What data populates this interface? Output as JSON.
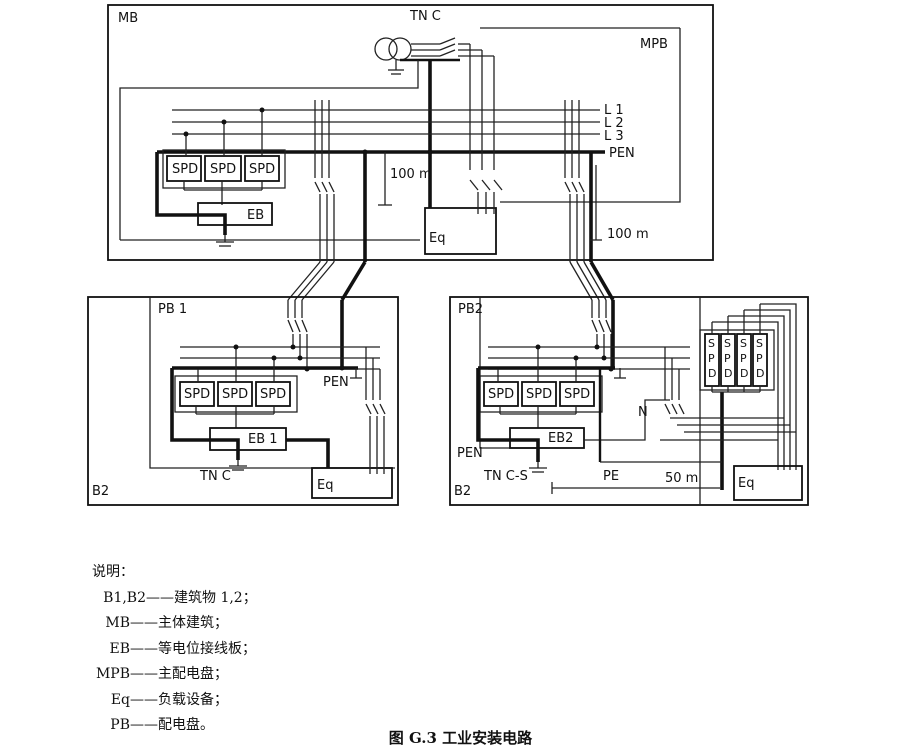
{
  "diagram": {
    "main_building": {
      "label": "MB",
      "system_label": "TN C",
      "panel_label": "MPB",
      "lines": [
        "L 1",
        "L 2",
        "L 3"
      ],
      "pen_label": "PEN",
      "spd_labels": [
        "SPD",
        "SPD",
        "SPD"
      ],
      "eb_label": "EB",
      "eq_label": "Eq",
      "distance_inner": "100 m",
      "distance_outer": "100 m"
    },
    "building_b1": {
      "label": "B2",
      "panel_label": "PB 1",
      "system_label": "TN C",
      "pen_label": "PEN",
      "spd_labels": [
        "SPD",
        "SPD",
        "SPD"
      ],
      "eb_label": "EB 1",
      "eq_label": "Eq"
    },
    "building_b2": {
      "label": "B2",
      "panel_label": "PB2",
      "system_label": "TN C-S",
      "pen_label": "PEN",
      "n_label": "N",
      "pe_label": "PE",
      "distance": "50 m",
      "spd_labels": [
        "SPD",
        "SPD",
        "SPD"
      ],
      "spd_vertical": [
        "S",
        "P",
        "D"
      ],
      "eb_label": "EB2",
      "eq_label": "Eq"
    }
  },
  "legend": {
    "title": "说明：",
    "items": [
      {
        "key": "B1,B2",
        "dash": "——",
        "desc": "建筑物 1,2；"
      },
      {
        "key": "MB",
        "dash": "——",
        "desc": "主体建筑；"
      },
      {
        "key": "EB",
        "dash": "——",
        "desc": "等电位接线板；"
      },
      {
        "key": "MPB",
        "dash": "——",
        "desc": "主配电盘；"
      },
      {
        "key": "Eq",
        "dash": "——",
        "desc": "负载设备；"
      },
      {
        "key": "PB",
        "dash": "——",
        "desc": "配电盘。"
      }
    ]
  },
  "caption": "图 G.3    工业安装电路"
}
